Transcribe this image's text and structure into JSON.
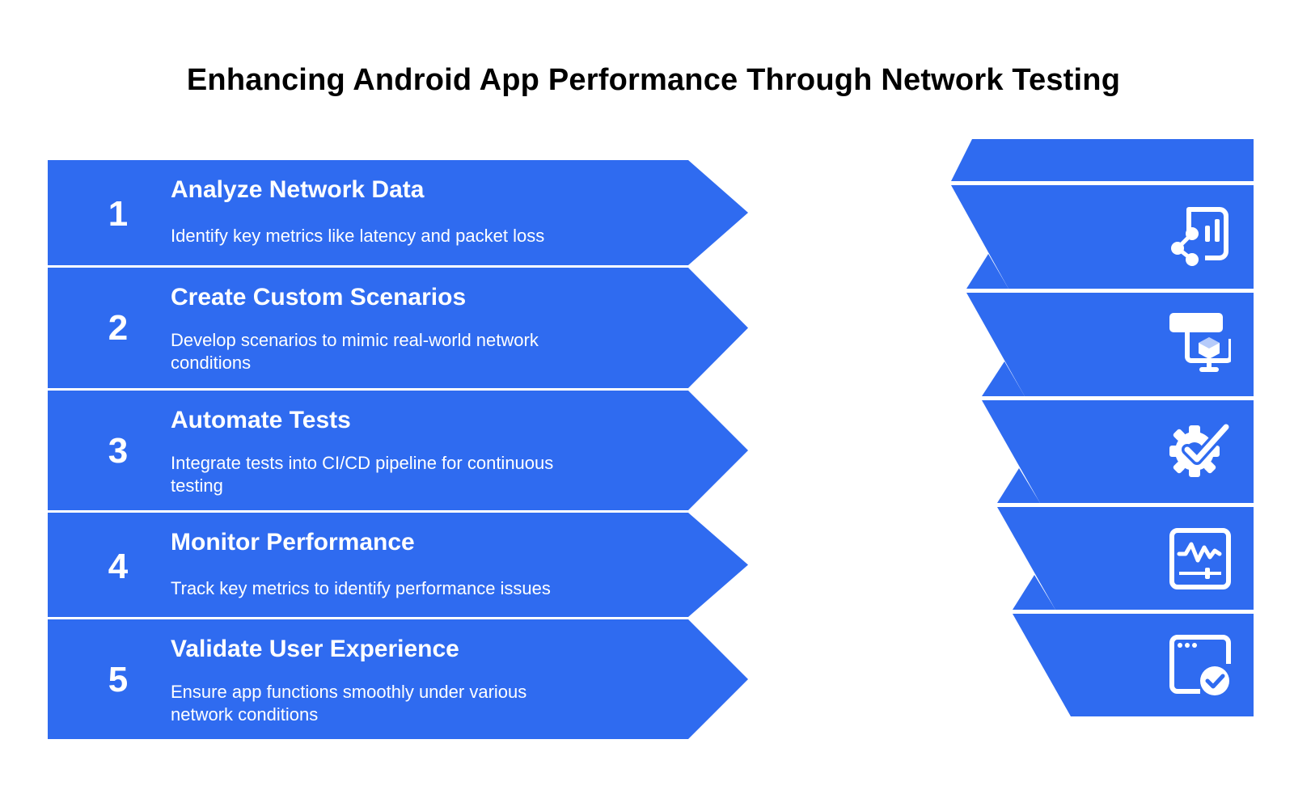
{
  "title": "Enhancing Android App Performance Through Network Testing",
  "colors": {
    "primary_blue": "#2f6bf0",
    "text_on_blue": "#ffffff",
    "title_text": "#000000",
    "background": "#ffffff"
  },
  "steps": [
    {
      "number": "1",
      "title": "Analyze Network Data",
      "description": "Identify key metrics like latency and packet loss",
      "icon": "report-share-icon"
    },
    {
      "number": "2",
      "title": "Create Custom Scenarios",
      "description": "Develop scenarios to mimic real-world network conditions",
      "icon": "monitor-cube-icon"
    },
    {
      "number": "3",
      "title": "Automate Tests",
      "description": "Integrate tests into CI/CD pipeline for continuous testing",
      "icon": "gear-check-icon"
    },
    {
      "number": "4",
      "title": "Monitor Performance",
      "description": "Track key metrics to identify performance issues",
      "icon": "dashboard-pulse-icon"
    },
    {
      "number": "5",
      "title": "Validate User Experience",
      "description": "Ensure app functions smoothly under various network conditions",
      "icon": "browser-check-icon"
    }
  ]
}
